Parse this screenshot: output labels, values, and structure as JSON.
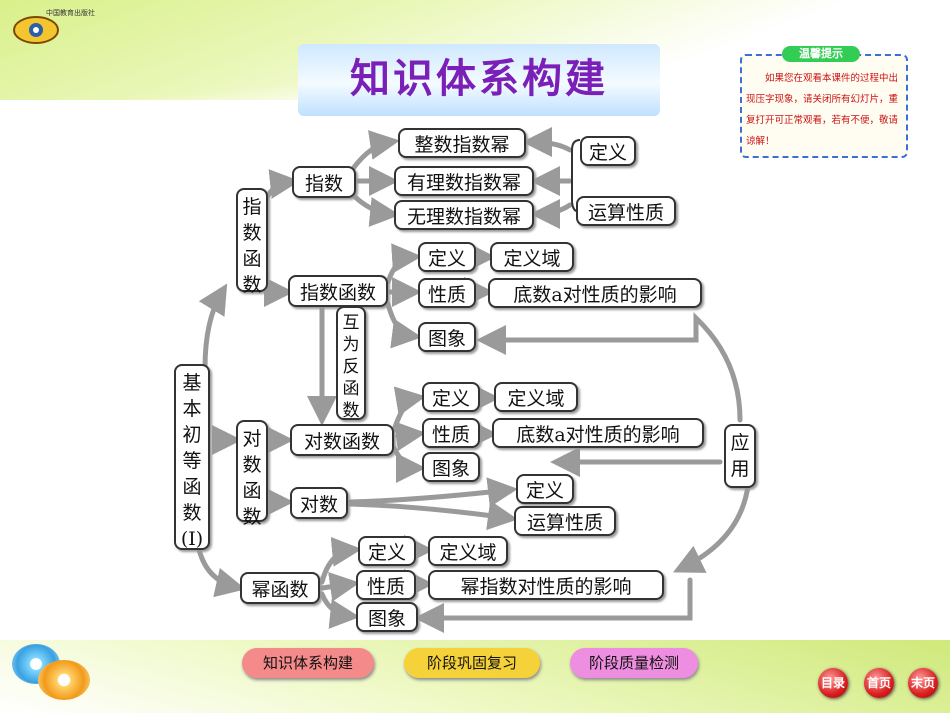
{
  "logo": {
    "text": "中国教育出版社"
  },
  "title": "知识体系构建",
  "tip": {
    "title": "温馨提示",
    "body": "如果您在观看本课件的过程中出现压字现象，请关闭所有幻灯片，重复打开可正常观看，若有不便，敬请谅解！"
  },
  "diagram": {
    "root": "基本初等函数(Ⅰ)",
    "exp_group": "指数函数",
    "exp": "指数",
    "int_power": "整数指数幂",
    "rat_power": "有理数指数幂",
    "irr_power": "无理数指数幂",
    "exp_def": "定义",
    "exp_ops": "运算性质",
    "exp_func": "指数函数",
    "ef_def": "定义",
    "ef_domain": "定义域",
    "ef_prop": "性质",
    "ef_base_effect": "底数a对性质的影响",
    "ef_graph": "图象",
    "inverse": "互为反函数",
    "log_group": "对数函数",
    "log_func": "对数函数",
    "lf_def": "定义",
    "lf_domain": "定义域",
    "lf_prop": "性质",
    "lf_base_effect": "底数a对性质的影响",
    "lf_graph": "图象",
    "log": "对数",
    "log_def": "定义",
    "log_ops": "运算性质",
    "application": "应用",
    "power_func": "幂函数",
    "pf_def": "定义",
    "pf_domain": "定义域",
    "pf_prop": "性质",
    "pf_exp_effect": "幂指数对性质的影响",
    "pf_graph": "图象"
  },
  "bottom_nav": {
    "knowledge": "知识体系构建",
    "review": "阶段巩固复习",
    "test": "阶段质量检测"
  },
  "nav_buttons": {
    "toc": "目录",
    "home": "首页",
    "end": "末页"
  },
  "colors": {
    "title_text": "#7a1fb8",
    "tip_border": "#3a6fd8",
    "tip_text": "#cc1111",
    "pill_knowledge": "#f48a8a",
    "pill_review": "#f6d23a",
    "pill_test": "#ee8ee0",
    "nav_button": "#d91f1f",
    "arrow": "#9a9a9a"
  }
}
